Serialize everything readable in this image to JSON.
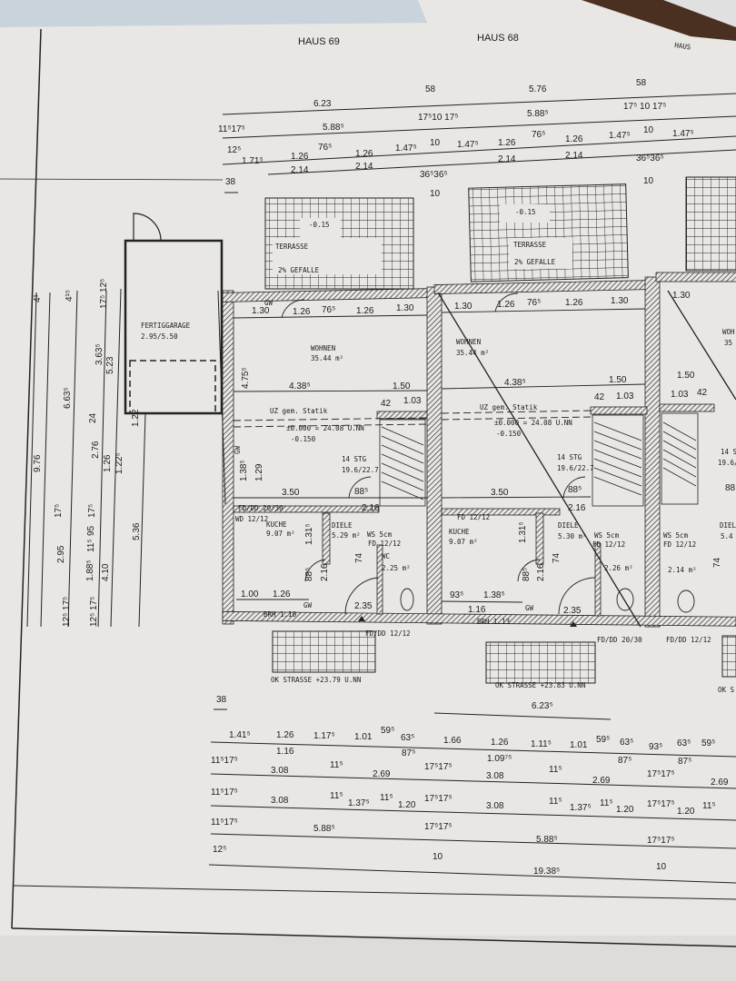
{
  "headers": [
    "HAUS 69",
    "HAUS 68",
    "HAUS"
  ],
  "top_dims": [
    "6.23",
    "58",
    "5.76",
    "58",
    "11⁵17⁵",
    "5.88⁵",
    "17⁵10 17⁵",
    "5.88⁵",
    "17⁵ 10 17⁵",
    "12⁵",
    "1.71⁵",
    "1.26",
    "76⁵",
    "1.26",
    "1.47⁵",
    "10",
    "1.47⁵",
    "1.26",
    "76⁵",
    "1.26",
    "1.47⁵",
    "10",
    "1.47⁵",
    "2.14",
    "2.14",
    "36⁵36⁵",
    "2.14",
    "2.14",
    "36⁵36⁵",
    "38",
    "10",
    "10"
  ],
  "terraces": [
    {
      "level": "-0.15",
      "name": "TERRASSE",
      "slope": "2% GEFALLE"
    },
    {
      "level": "-0.15",
      "name": "TERRASSE",
      "slope": "2% GEFALLE"
    }
  ],
  "garage": {
    "name": "FERTIGGARAGE",
    "size": "2.95/5.50"
  },
  "left_dims": [
    "9.76",
    "6.63⁵",
    "2.95",
    "3.63⁵",
    "2.76",
    "1.88⁵",
    "5.23",
    "1.26",
    "4.10",
    "1.22⁵",
    "1.22",
    "5.36",
    "24",
    "17⁵",
    "17⁵",
    "95",
    "11⁵",
    "4¹",
    "4¹⁵",
    "17⁵ 12⁵",
    "12⁵ 17⁵",
    "12⁵ 17⁵"
  ],
  "house69": [
    "1.30",
    "1.26",
    "76⁵",
    "1.26",
    "1.30",
    "WOHNEN",
    "35.44 m²",
    "4.75⁵",
    "4.38⁵",
    "1.50",
    "42",
    "1.03",
    "UZ gem. Statik",
    "±0.000 = 24.08 U.NN",
    "-0.150",
    "14 STG",
    "19.6/22.7",
    "1.38⁵",
    "1.29",
    "3.50",
    "88⁵",
    "2.16",
    "FD/DD 20/30",
    "WD 12/12",
    "KUCHE",
    "9.07 m²",
    "1.31⁵",
    "DIELE",
    "5.29 m²",
    "WS 5cm",
    "FD 12/12",
    "WC",
    "2.25 m²",
    "74",
    "2.16",
    "88⁵",
    "1.00",
    "1.26",
    "2.35",
    "GW",
    "BRH 1.10",
    "FD/DD 12/12",
    "OK STRASSE +23.79 U.NN",
    "GW",
    "GW"
  ],
  "house68": [
    "1.30",
    "1.26",
    "76⁵",
    "1.26",
    "1.30",
    "WOHNEN",
    "35.44 m²",
    "4.38⁵",
    "1.50",
    "42",
    "1.03",
    "UZ gem. Statik",
    "±0.000 = 24.08 U.NN",
    "-0.150",
    "14 STG",
    "19.6/22.7",
    "3.50",
    "88⁵",
    "2.16",
    "FD 12/12",
    "KUCHE",
    "9.07 m²",
    "1.31⁵",
    "DIELE",
    "5.30 m²",
    "WS 5cm",
    "FD 12/12",
    "2.26 m²",
    "93⁵",
    "1.38⁵",
    "1.16",
    "2.35",
    "BRH 1.13",
    "FD/DD 20/30",
    "OK STRASSE +23.83 U.NN",
    "74",
    "2.16",
    "88⁵",
    "GW"
  ],
  "house67": [
    "1.30",
    "WOH",
    "35",
    "1.50",
    "1.03",
    "42",
    "14 S",
    "19.6/22",
    "DIELE",
    "5.4",
    "WS 5cm",
    "FD 12/12",
    "2.14 m²",
    "FD/DD 12/12",
    "OK S",
    "74",
    "88"
  ],
  "bottom_dims": [
    "38",
    "6.23⁵",
    "1.41⁵",
    "1.26",
    "1.17⁵",
    "1.01",
    "59⁵",
    "63⁵",
    "1.66",
    "1.26",
    "1.11⁵",
    "1.01",
    "59⁵",
    "63⁵",
    "93⁵",
    "63⁵",
    "59⁵",
    "1.16",
    "87⁵",
    "1.09⁷⁵",
    "87⁵",
    "87⁵",
    "3.08",
    "11⁵",
    "2.69",
    "17⁵17⁵",
    "3.08",
    "11⁵",
    "2.69",
    "17⁵17⁵",
    "2.69",
    "3.08",
    "11⁵",
    "1.37⁵",
    "11⁵",
    "1.20",
    "17⁵17⁵",
    "3.08",
    "11⁵",
    "1.37⁵",
    "11⁵",
    "1.20",
    "17⁵17⁵",
    "1.20",
    "11⁵",
    "5.88⁵",
    "5.88⁵",
    "17⁵17⁵",
    "17⁵17⁵",
    "10",
    "10",
    "19.38⁵",
    "11⁵17⁵",
    "11⁵17⁵",
    "11⁵17⁵",
    "12⁵"
  ],
  "colors": {
    "paper": "#e8e7e4",
    "ink": "#1b1b1b",
    "wood": "#4a3020"
  }
}
